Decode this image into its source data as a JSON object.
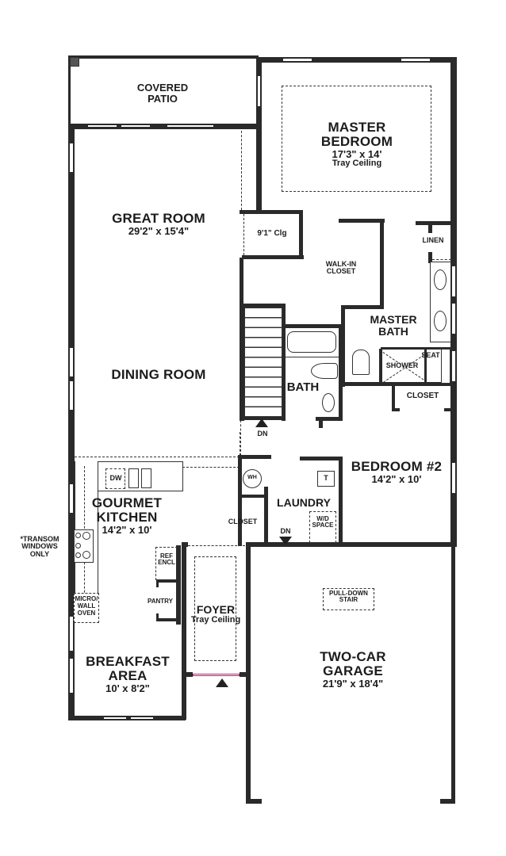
{
  "plan": {
    "type": "residential floor plan",
    "wall_color": "#2a2a2a",
    "background": "#ffffff"
  },
  "rooms": {
    "covered_patio": {
      "name_line1": "COVERED",
      "name_line2": "PATIO"
    },
    "master_bedroom": {
      "name_line1": "MASTER",
      "name_line2": "BEDROOM",
      "dims": "17'3\" x 14'",
      "note": "Tray Ceiling"
    },
    "great_room": {
      "name": "GREAT ROOM",
      "dims": "29'2\" x 15'4\""
    },
    "dining_room": {
      "name": "DINING ROOM"
    },
    "ceiling_note": {
      "text": "9'1\" Clg"
    },
    "walk_in_closet": {
      "name_line1": "WALK-IN",
      "name_line2": "CLOSET"
    },
    "linen": {
      "name": "LINEN"
    },
    "master_bath": {
      "name_line1": "MASTER",
      "name_line2": "BATH"
    },
    "shower": {
      "name": "SHOWER"
    },
    "seat": {
      "name": "SEAT"
    },
    "bath": {
      "name": "BATH"
    },
    "closet_bed2": {
      "name": "CLOSET"
    },
    "bedroom2": {
      "name": "BEDROOM #2",
      "dims": "14'2\" x 10'"
    },
    "laundry": {
      "name": "LAUNDRY",
      "wd_line1": "W/D",
      "wd_line2": "SPACE",
      "tub_label": "T"
    },
    "water_heater": {
      "label": "WH"
    },
    "closet_hall": {
      "name": "CLOSET"
    },
    "kitchen": {
      "name_line1": "GOURMET",
      "name_line2": "KITCHEN",
      "dims": "14'2\" x 10'",
      "dw": "DW"
    },
    "ref": {
      "line1": "REF",
      "line2": "ENCL"
    },
    "pantry": {
      "name": "PANTRY"
    },
    "micro": {
      "line1": "MICRO/",
      "line2": "WALL",
      "line3": "OVEN"
    },
    "foyer": {
      "name": "FOYER",
      "note": "Tray Ceiling"
    },
    "breakfast": {
      "name_line1": "BREAKFAST",
      "name_line2": "AREA",
      "dims": "10' x 8'2\""
    },
    "garage": {
      "name_line1": "TWO-CAR",
      "name_line2": "GARAGE",
      "dims": "21'9\" x 18'4\"",
      "pull_line1": "PULL-DOWN",
      "pull_line2": "STAIR"
    }
  },
  "annotations": {
    "transom_line1": "*TRANSOM",
    "transom_line2": "WINDOWS",
    "transom_line3": "ONLY",
    "stairs_down_main": "DN",
    "stairs_down_laundry": "DN"
  }
}
